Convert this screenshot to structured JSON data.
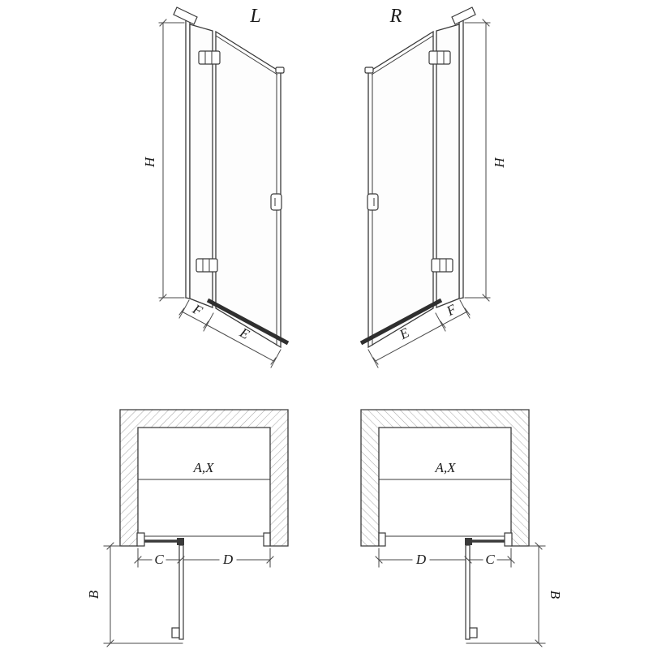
{
  "elevations": {
    "left": {
      "variant": "L",
      "height": "H",
      "fixed_panel_width": "F",
      "door_width": "E"
    },
    "right": {
      "variant": "R",
      "height": "H",
      "fixed_panel_width": "F",
      "door_width": "E"
    }
  },
  "plans": {
    "left": {
      "opening_width": "A,X",
      "fixed_segment": "C",
      "door_segment": "D",
      "door_projection": "B"
    },
    "right": {
      "opening_width": "A,X",
      "fixed_segment": "C",
      "door_segment": "D",
      "door_projection": "B"
    }
  },
  "colors": {
    "line": "#3a3a3a",
    "dimension": "#4a4a4a",
    "hatch": "#a8a8a8",
    "background": "#ffffff"
  }
}
